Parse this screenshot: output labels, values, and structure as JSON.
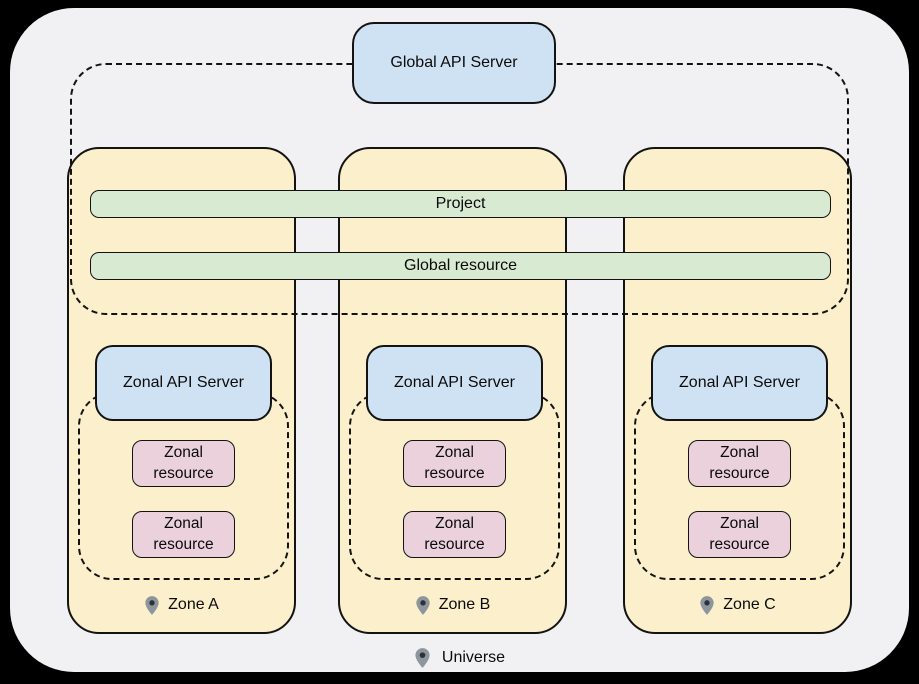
{
  "colors": {
    "background": "#000000",
    "panel": "#f1f1f3",
    "zone_fill": "#fcefcb",
    "bar_fill": "#d9ead3",
    "api_server_fill": "#cfe2f3",
    "resource_fill": "#ead1dc",
    "line": "#131313",
    "pin_fill": "#8d959d",
    "pin_dot": "#2e3236"
  },
  "global_api_server": {
    "label": "Global API Server"
  },
  "bars": {
    "project": "Project",
    "global_resource": "Global resource"
  },
  "zones": [
    {
      "name": "Zone A",
      "api_server": "Zonal API Server",
      "resources": [
        "Zonal resource",
        "Zonal resource"
      ]
    },
    {
      "name": "Zone B",
      "api_server": "Zonal API Server",
      "resources": [
        "Zonal resource",
        "Zonal resource"
      ]
    },
    {
      "name": "Zone C",
      "api_server": "Zonal API Server",
      "resources": [
        "Zonal resource",
        "Zonal resource"
      ]
    }
  ],
  "universe": {
    "label": "Universe"
  }
}
